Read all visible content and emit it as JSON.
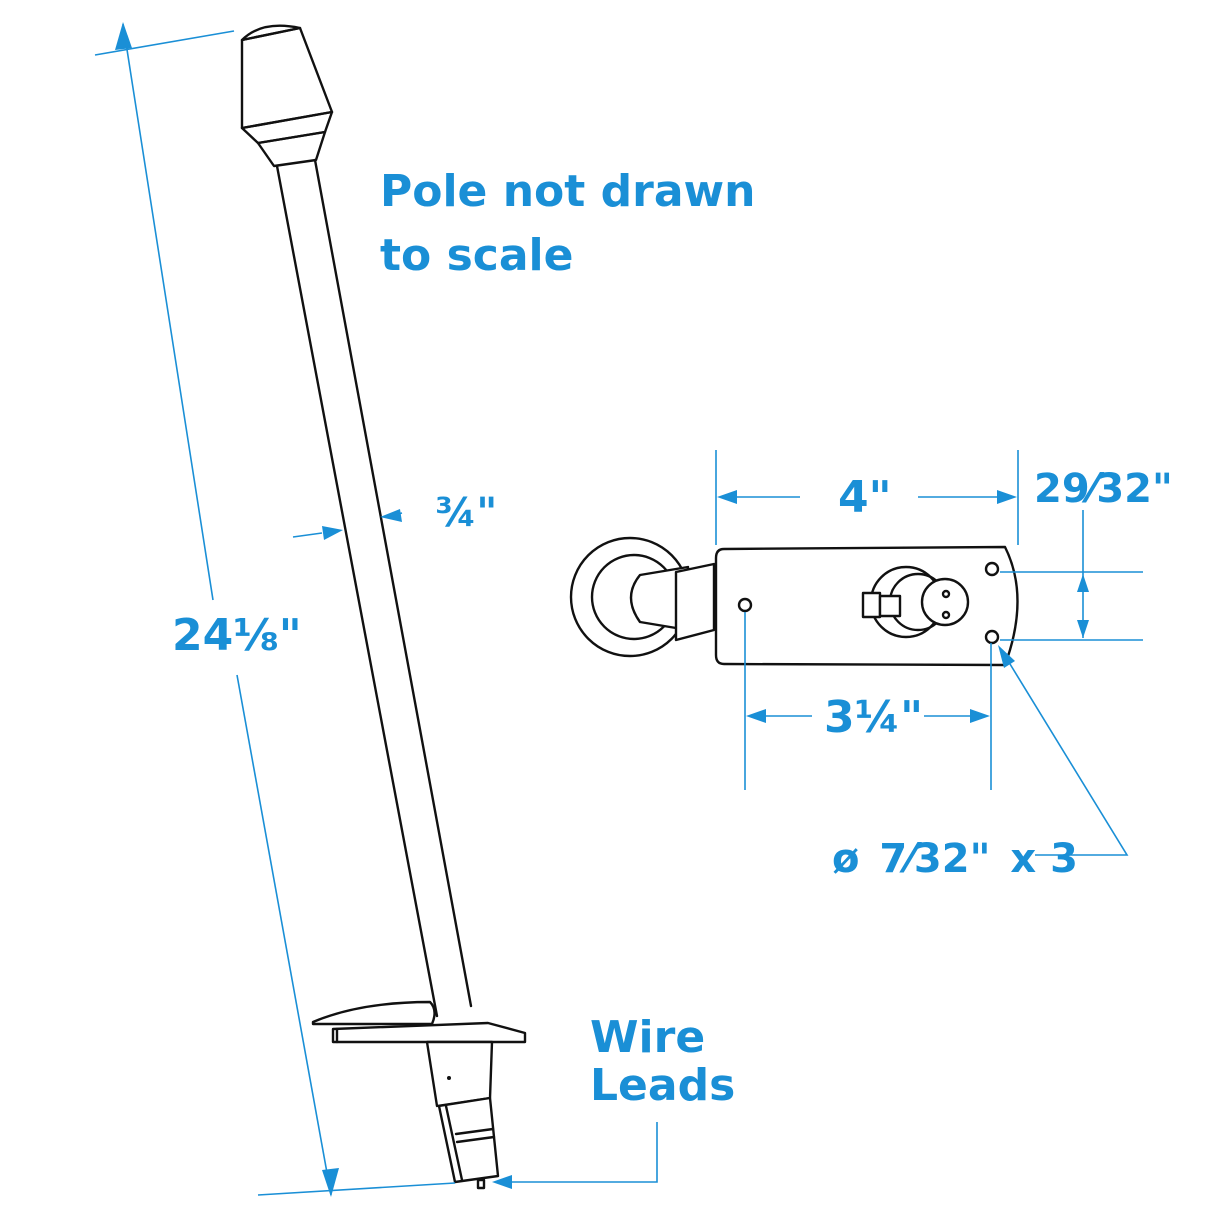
{
  "diagram": {
    "accent_color": "#1a8fd6",
    "line_color": "#111111",
    "notes": {
      "scale_note_line1": "Pole not drawn",
      "scale_note_line2": "to scale",
      "wire_leads_line1": "Wire",
      "wire_leads_line2": "Leads"
    },
    "dimensions": {
      "pole_length": "24⅛\"",
      "pole_diameter": "¾\"",
      "base_length": "4\"",
      "hole_spacing_vertical": "29⁄32\"",
      "hole_spacing_horizontal": "3¼\"",
      "hole_diameter_symbol": "ø",
      "hole_diameter": "7⁄32\"",
      "hole_count": "x 3"
    },
    "components": [
      "light-head",
      "pole",
      "deck-mount-collar",
      "plug-base",
      "wire-leads",
      "mounting-base-top-view"
    ]
  }
}
